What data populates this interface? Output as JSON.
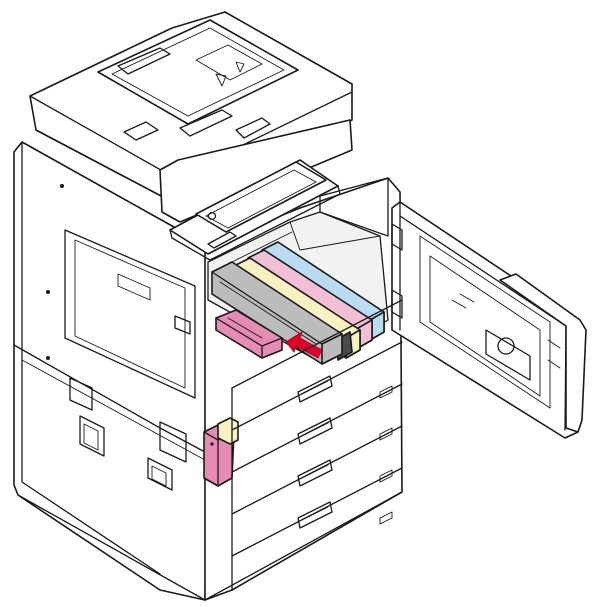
{
  "figure": {
    "subject": "multifunction-printer-toner-replacement",
    "colors": {
      "outline": "#1a1a1a",
      "body": "#ffffff",
      "toner_black": "#bcbcbc",
      "toner_cyan": "#b9dcf2",
      "toner_magenta": "#f3bfd6",
      "toner_yellow": "#f8f2c2",
      "toner_end_dark": "#4a4a4a",
      "waste_box": "#e68bb3",
      "cartridge_tool": "#e68bb3",
      "arrow": "#e0002a"
    },
    "toner_cartridges": [
      {
        "slot": "black",
        "color_name": "toner_black"
      },
      {
        "slot": "yellow",
        "color_name": "toner_yellow"
      },
      {
        "slot": "magenta",
        "color_name": "toner_magenta"
      },
      {
        "slot": "cyan",
        "color_name": "toner_cyan"
      }
    ],
    "icons": {
      "insert_arrow": "arrow-left-icon",
      "waste_toner_box": "waste-box-icon"
    }
  }
}
